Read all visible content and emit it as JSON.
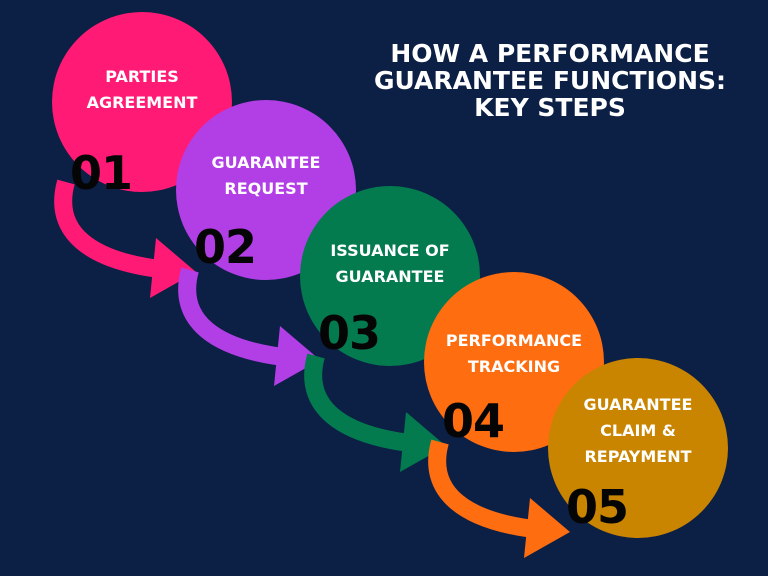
{
  "title_lines": [
    "HOW A PERFORMANCE",
    "GUARANTEE FUNCTIONS:",
    "KEY STEPS"
  ],
  "steps": [
    {
      "number": "01",
      "label_lines": [
        "PARTIES",
        "AGREEMENT"
      ],
      "color": "#ff1a75"
    },
    {
      "number": "02",
      "label_lines": [
        "GUARANTEE",
        "REQUEST"
      ],
      "color": "#b23fe6"
    },
    {
      "number": "03",
      "label_lines": [
        "ISSUANCE OF",
        "GUARANTEE"
      ],
      "color": "#047a4f"
    },
    {
      "number": "04",
      "label_lines": [
        "PERFORMANCE",
        "TRACKING"
      ],
      "color": "#fe6d10"
    },
    {
      "number": "05",
      "label_lines": [
        "GUARANTEE",
        "CLAIM &",
        "REPAYMENT"
      ],
      "color": "#c98500"
    }
  ]
}
